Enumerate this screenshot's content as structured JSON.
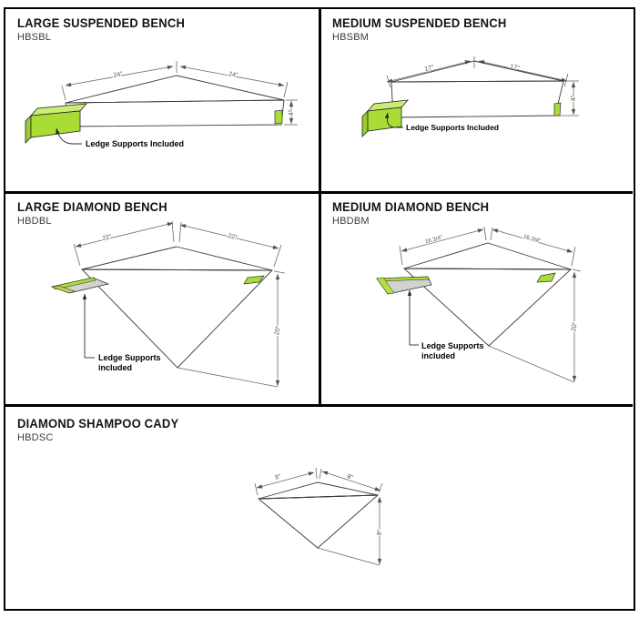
{
  "sheet": {
    "border_color": "#000000",
    "background": "#ffffff"
  },
  "colors": {
    "concrete_top": "#71716a",
    "concrete_front": "#b6b6b2",
    "concrete_plank": "#cfcfcb",
    "ledge_green_bright": "#a9dd36",
    "ledge_green_light": "#c9ec74",
    "ledge_green_dark": "#9ccd2d",
    "dimension_line": "#6b6965",
    "title_text": "#141414"
  },
  "panels": [
    {
      "title": "LARGE SUSPENDED BENCH",
      "code": "HBSBL",
      "dim_left": "24\"",
      "dim_right": "24\"",
      "dim_height": "4\"",
      "ledge_line1": "Ledge Supports Included",
      "ledge_line2": ""
    },
    {
      "title": "MEDIUM SUSPENDED BENCH",
      "code": "HBSBM",
      "dim_left": "17\"",
      "dim_right": "17\"",
      "dim_height": "4\"",
      "ledge_line1": "Ledge Supports Included",
      "ledge_line2": ""
    },
    {
      "title": "LARGE DIAMOND BENCH",
      "code": "HBDBL",
      "dim_left": "22\"",
      "dim_right": "22\"",
      "dim_height": "20\"",
      "ledge_line1": "Ledge Supports",
      "ledge_line2": "included"
    },
    {
      "title": "MEDIUM DIAMOND BENCH",
      "code": "HBDBM",
      "dim_left": "16 3/4\"",
      "dim_right": "16 3/4\"",
      "dim_height": "20\"",
      "ledge_line1": "Ledge Supports",
      "ledge_line2": "included"
    },
    {
      "title": "DIAMOND SHAMPOO CADY",
      "code": "HBDSC",
      "dim_left": "8\"",
      "dim_right": "8\"",
      "dim_height": "8\""
    }
  ]
}
